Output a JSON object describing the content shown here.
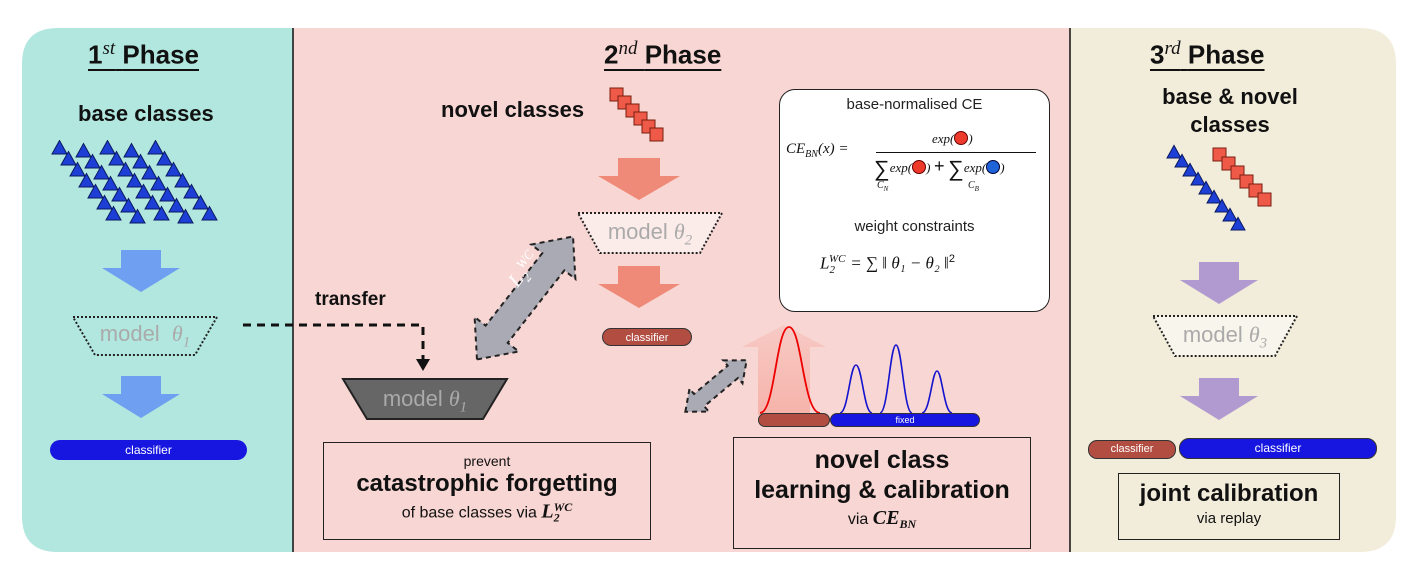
{
  "colors": {
    "phase1_bg": "#b1e7df",
    "phase2_bg": "#f8d6d3",
    "phase3_bg": "#f2ecda",
    "base_blue": "#1d3fd6",
    "novel_red": "#ee5a47",
    "arrow_blue": "#6f9ff0",
    "arrow_salmon": "#f08a78",
    "arrow_purple": "#b19ad0",
    "classifier_blue": "#1616e0",
    "classifier_red": "#b24d42"
  },
  "phase1": {
    "title_base": "1",
    "title_sup": "st",
    "title_word": "Phase",
    "subtitle": "base classes",
    "model_label": "model",
    "model_symbol": "θ",
    "model_sub": "1",
    "classifier": "classifier"
  },
  "phase2": {
    "title_base": "2",
    "title_sup": "nd",
    "title_word": "Phase",
    "subtitle": "novel classes",
    "model_label": "model",
    "model_symbol": "θ",
    "model_sub": "2",
    "transfer": "transfer",
    "frozen_model_label": "model",
    "frozen_model_symbol": "θ",
    "frozen_model_sub": "1",
    "lwc_main": "L",
    "lwc_sub": "2",
    "lwc_sup": "WC",
    "classifier": "classifier",
    "fixed": "fixed",
    "formula_box": {
      "title": "base-normalised CE",
      "ce_lhs": "CE",
      "ce_sub": "BN",
      "ce_arg": "(x) =",
      "exp": "exp(",
      "close": ")",
      "sum_cn": "C",
      "sum_cn_sub": "N",
      "sum_cb": "C",
      "sum_cb_sub": "B",
      "plus": "+",
      "sigma": "∑",
      "weight_title": "weight constraints",
      "wc_lhs": "L",
      "wc_sub": "2",
      "wc_sup": "WC",
      "wc_rhs": "= ∑ ‖ θ₁ − θ₂ ‖",
      "wc_pow": "2"
    },
    "box_left": {
      "line1": "prevent",
      "line2": "catastrophic forgetting",
      "line3": "of base classes via",
      "lwc_main": "L",
      "lwc_sub": "2",
      "lwc_sup": "WC"
    },
    "box_right": {
      "line1": "novel class",
      "line2": "learning & calibration",
      "line3": "via",
      "ce_main": "CE",
      "ce_sub": "BN"
    }
  },
  "phase3": {
    "title_base": "3",
    "title_sup": "rd",
    "title_word": "Phase",
    "subtitle_line1": "base & novel",
    "subtitle_line2": "classes",
    "model_label": "model",
    "model_symbol": "θ",
    "model_sub": "3",
    "classifier_red": "classifier",
    "classifier_blue": "classifier",
    "box_line1": "joint calibration",
    "box_line2": "via replay"
  }
}
